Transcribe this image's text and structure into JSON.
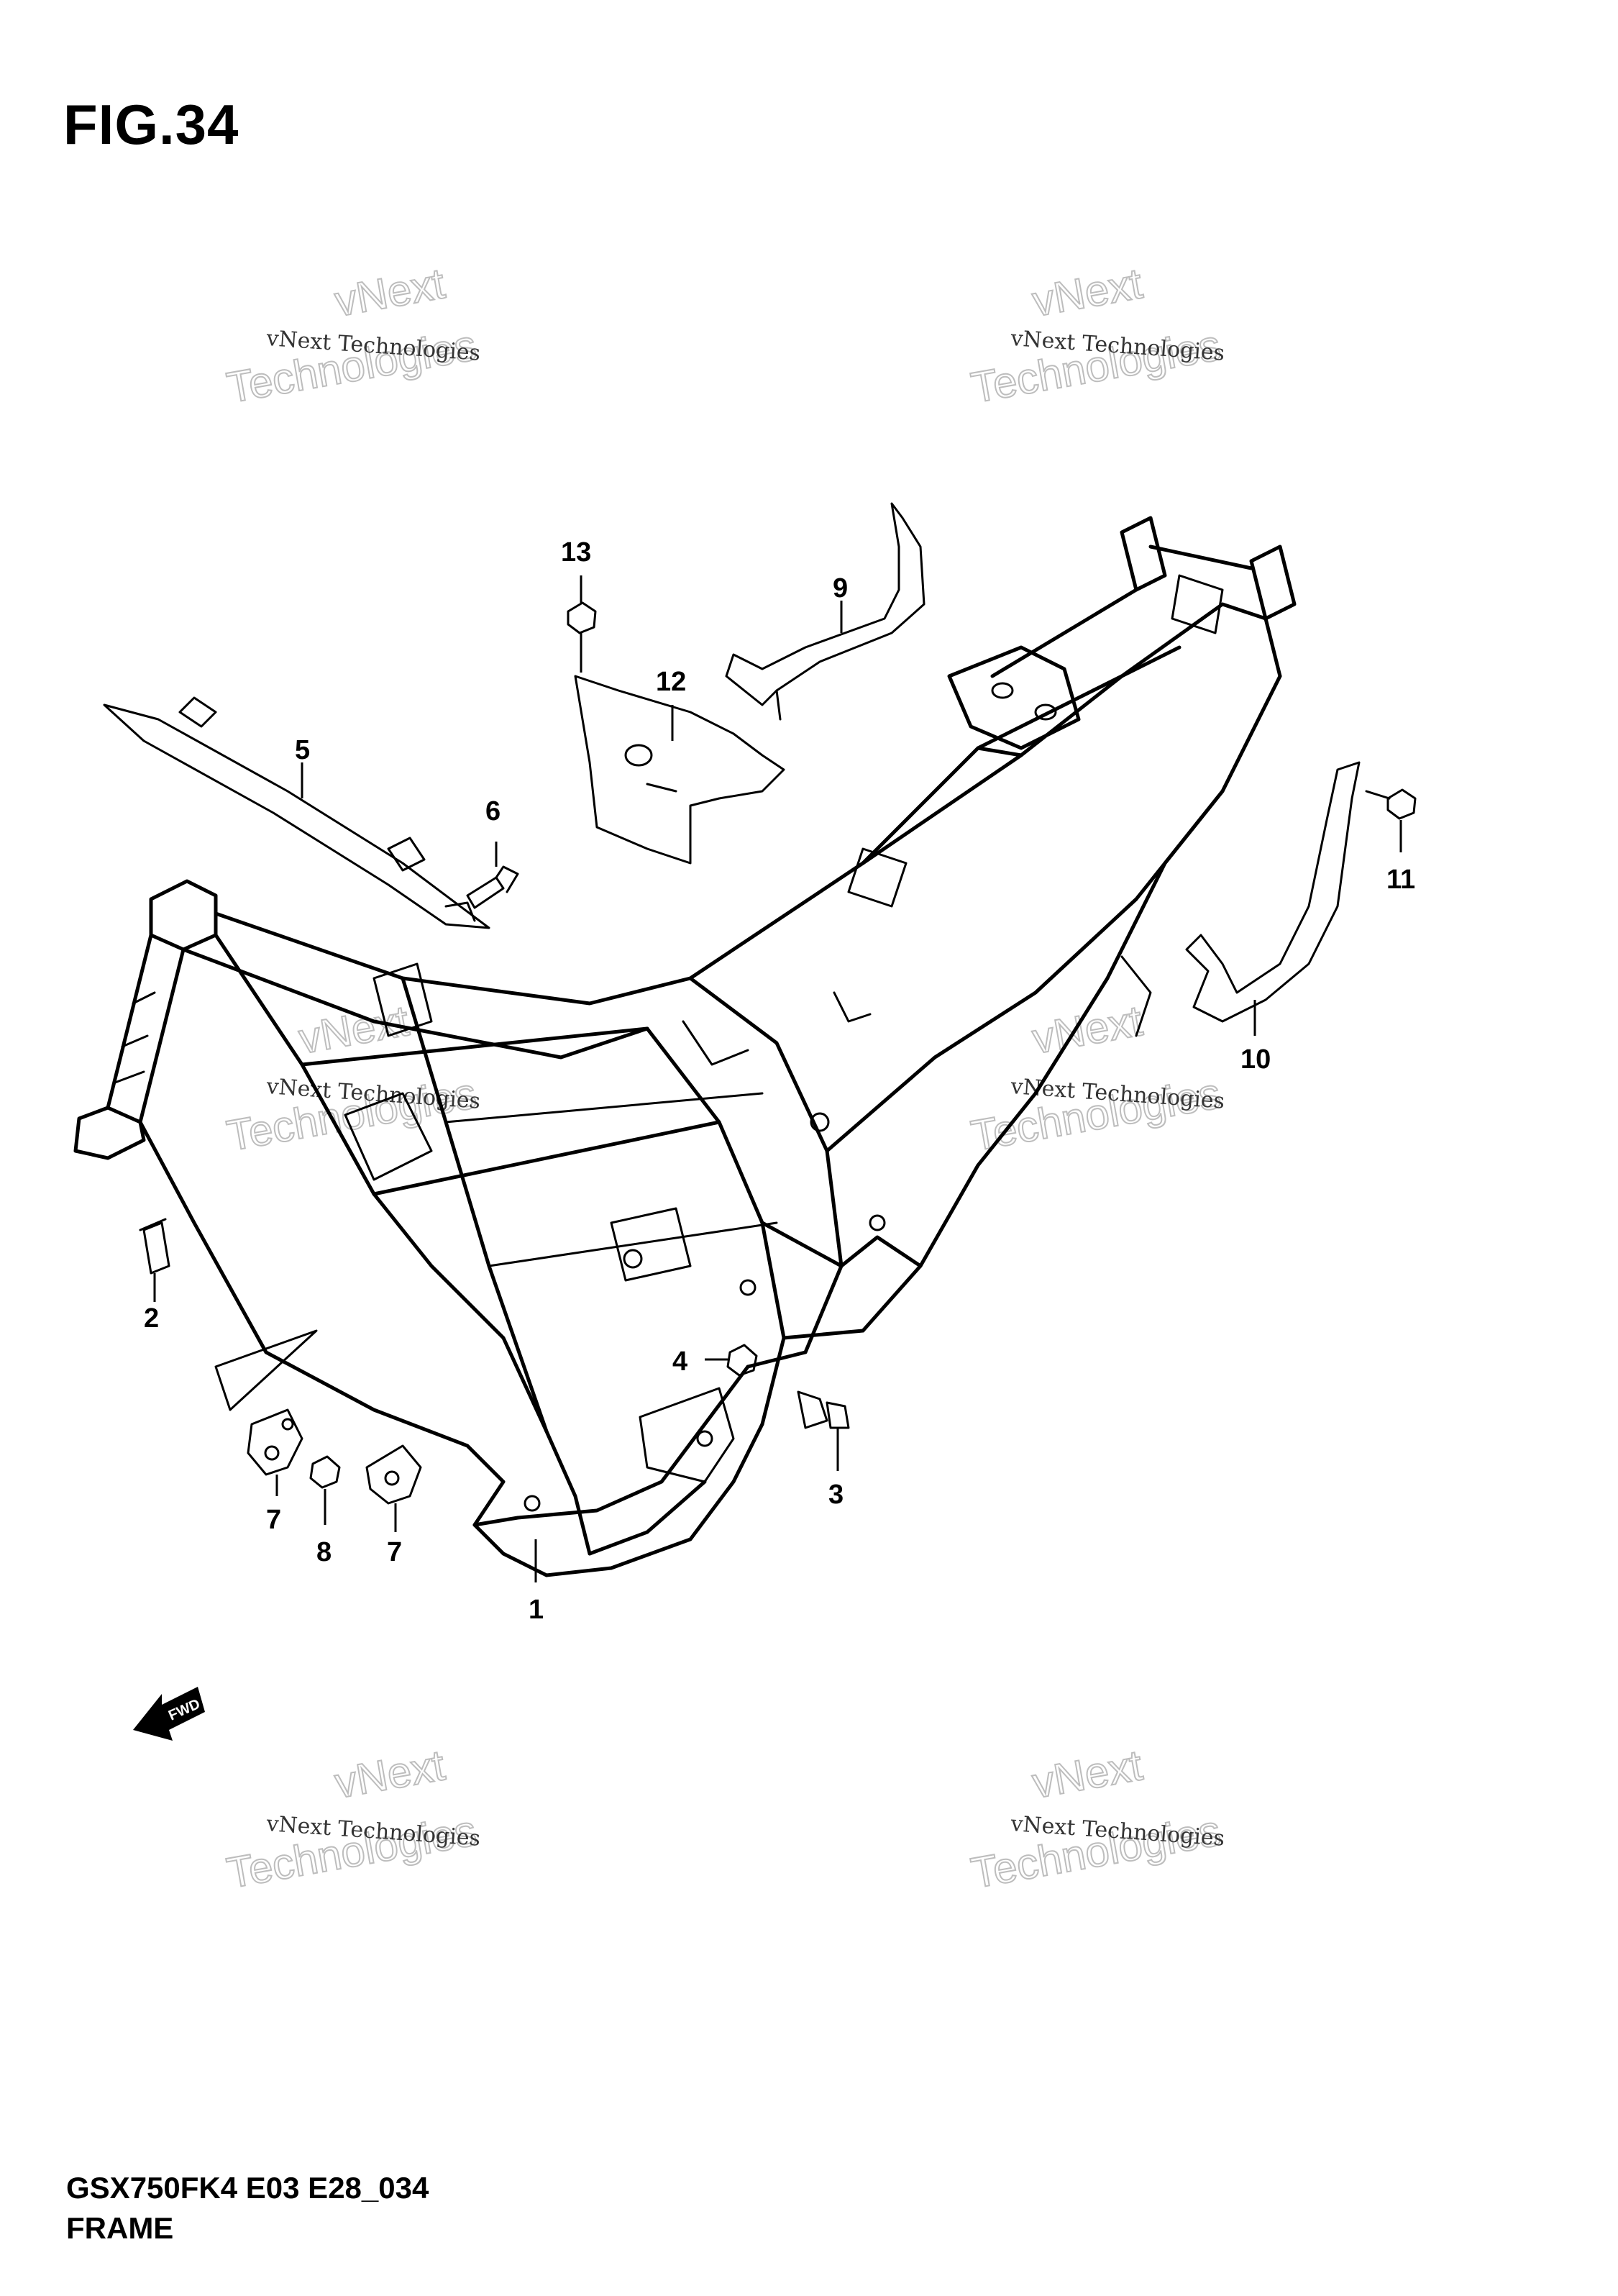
{
  "figure": {
    "title": "FIG.34"
  },
  "footer": {
    "model_code": "GSX750FK4 E03 E28_034",
    "assembly_name": "FRAME"
  },
  "fwd_arrow": {
    "label": "FWD"
  },
  "watermark": {
    "small": "vNext Technologies",
    "big_top": "vNext",
    "big_bottom": "Technologies"
  },
  "parts": {
    "p1": "1",
    "p2": "2",
    "p3": "3",
    "p4": "4",
    "p5": "5",
    "p6": "6",
    "p7a": "7",
    "p7b": "7",
    "p8": "8",
    "p9": "9",
    "p10": "10",
    "p11": "11",
    "p12": "12",
    "p13": "13"
  }
}
